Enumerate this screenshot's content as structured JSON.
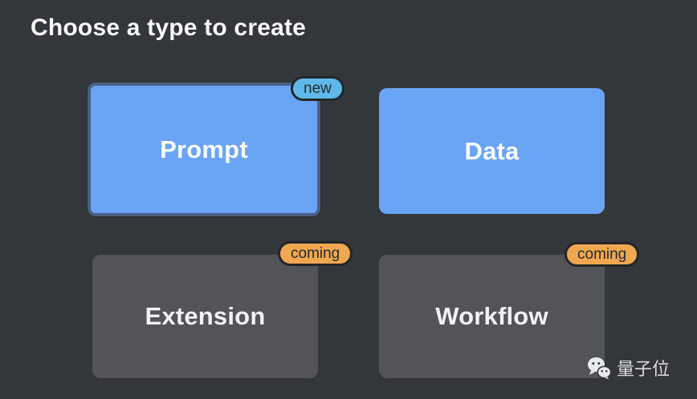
{
  "page": {
    "title": "Choose a type to create"
  },
  "cards": [
    {
      "label": "Prompt",
      "badge": "new",
      "state": "selected",
      "variant": "primary"
    },
    {
      "label": "Data",
      "badge": "",
      "state": "default",
      "variant": "primary"
    },
    {
      "label": "Extension",
      "badge": "coming",
      "state": "default",
      "variant": "muted"
    },
    {
      "label": "Workflow",
      "badge": "coming",
      "state": "default",
      "variant": "muted"
    }
  ],
  "watermark": {
    "label": "量子位",
    "icon": "wechat-icon"
  },
  "colors": {
    "background": "#33363b",
    "card_primary": "#6aa4f4",
    "card_muted": "#525459",
    "selected_ring": "#4a5f85",
    "badge_new": "#5fb8e9",
    "badge_coming": "#f0a750",
    "badge_border": "#23262b",
    "badge_text": "#272b31",
    "title_text": "#f6f7f7",
    "card_text": "#fcfdfd",
    "watermark_text": "#dadbdc"
  }
}
